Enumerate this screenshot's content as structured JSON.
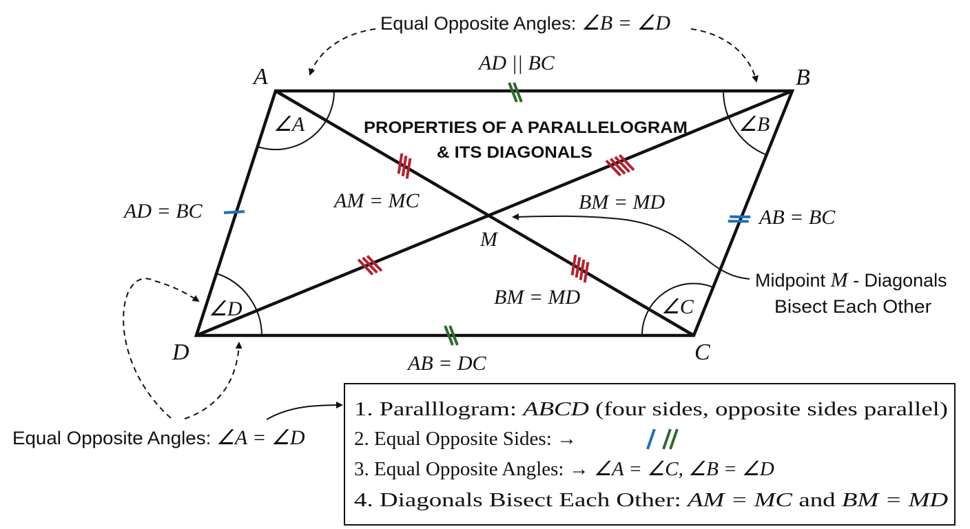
{
  "title": [
    "PROPERTIES OF A PARALLELOGRAM",
    "& ITS DIAGONALS"
  ],
  "vertices": {
    "A": "A",
    "B": "B",
    "C": "C",
    "D": "D",
    "M": "M"
  },
  "angles": {
    "A": "∠A",
    "B": "∠B",
    "C": "∠C",
    "D": "∠D"
  },
  "labels": {
    "top_parallel": "AD || BC",
    "left_side": "AD = BC",
    "right_side": "AB = BC",
    "bottom_side": "AB = DC",
    "am_mc": "AM = MC",
    "bm_md_upper": "BM = MD",
    "bm_md_lower": "BM = MD"
  },
  "annotations": {
    "top_prefix": "Equal Opposite Angles: ",
    "top_math": "∠B = ∠D",
    "left_prefix": "Equal Opposite Angles: ",
    "left_math": "∠A = ∠D",
    "midpoint_line1_a": "Midpoint ",
    "midpoint_line1_m": "M",
    "midpoint_line1_b": " - Diagonals",
    "midpoint_line2": "Bisect Each Other"
  },
  "legend": {
    "item1": {
      "a": "1. Paralllogram: ",
      "b": "ABCD",
      "c": " (four sides, opposite sides parallel)"
    },
    "item2": {
      "a": "2. Equal Opposite Sides: →"
    },
    "item3": {
      "a": "3. Equal Opposite Angles: → ",
      "b": "∠A = ∠C, ∠B = ∠D"
    },
    "item4": {
      "a": "4. Diagonals Bisect Each Other: ",
      "b": "AM = MC",
      "c": " and ",
      "d": "BM = MD"
    }
  },
  "colors": {
    "blue": "#1f6fb5",
    "green": "#2e6b2e",
    "red": "#b5222f"
  }
}
